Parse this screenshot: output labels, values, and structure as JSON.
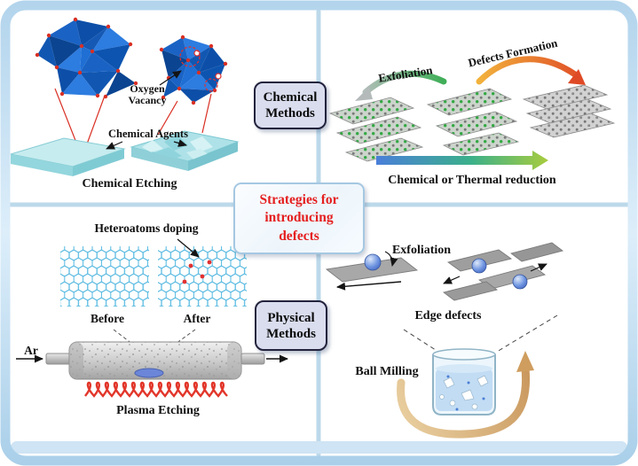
{
  "figure": {
    "center_title": "Strategies for\nintroducing\ndefects",
    "method_boxes": {
      "chemical": "Chemical\nMethods",
      "physical": "Physical\nMethods"
    },
    "chemical_etching": {
      "oxygen_vacancy": "Oxygen\nVacancy",
      "chemical_agents": "Chemical Agents",
      "caption": "Chemical Etching"
    },
    "reduction": {
      "exfoliation": "Exfoliation",
      "defects_formation": "Defects Formation",
      "caption": "Chemical or Thermal reduction"
    },
    "plasma": {
      "heteroatoms_doping": "Heteroatoms doping",
      "before": "Before",
      "after": "After",
      "gas": "Ar",
      "caption": "Plasma Etching"
    },
    "milling": {
      "exfoliation": "Exfoliation",
      "edge_defects": "Edge defects",
      "caption": "Ball Milling"
    },
    "colors": {
      "frame_blue": "#b2d4ec",
      "divider_blue": "#bcd9ea",
      "title_red": "#e51f1f",
      "method_box_bg": "#d9ddee",
      "crystal_blue": "#1a63c4",
      "oxygen_red": "#d92f23",
      "slab_teal": "#aee2e8",
      "coil_red": "#e2362a",
      "gold_arrow": "#cf9d5e",
      "hex_blue": "#55b8e0",
      "green_atom": "#33a844",
      "sphere_blue": "#4a74cc"
    }
  }
}
